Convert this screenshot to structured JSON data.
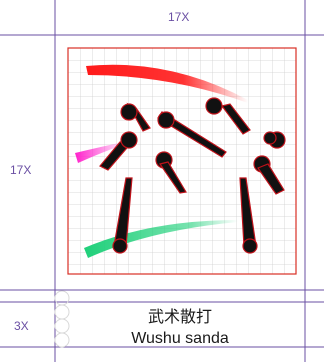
{
  "dimensions": {
    "width_label": "17X",
    "height_label": "17X",
    "footer_height_label": "3X"
  },
  "caption": {
    "chinese": "武术散打",
    "english": "Wushu sanda"
  },
  "colors": {
    "guide_purple": "#6a4fa3",
    "grid_gray": "#cfcfcf",
    "frame_red": "#d93025",
    "ink": "#111111",
    "joint_red": "#c0121a",
    "red_swoosh": "#ff1a1a",
    "magenta_swoosh": "#ff22cc",
    "green_swoosh": "#1fd07a"
  },
  "icons": {
    "pictogram": "two-fighters-sanda-pictogram",
    "clearspace": "clearspace-circles"
  }
}
